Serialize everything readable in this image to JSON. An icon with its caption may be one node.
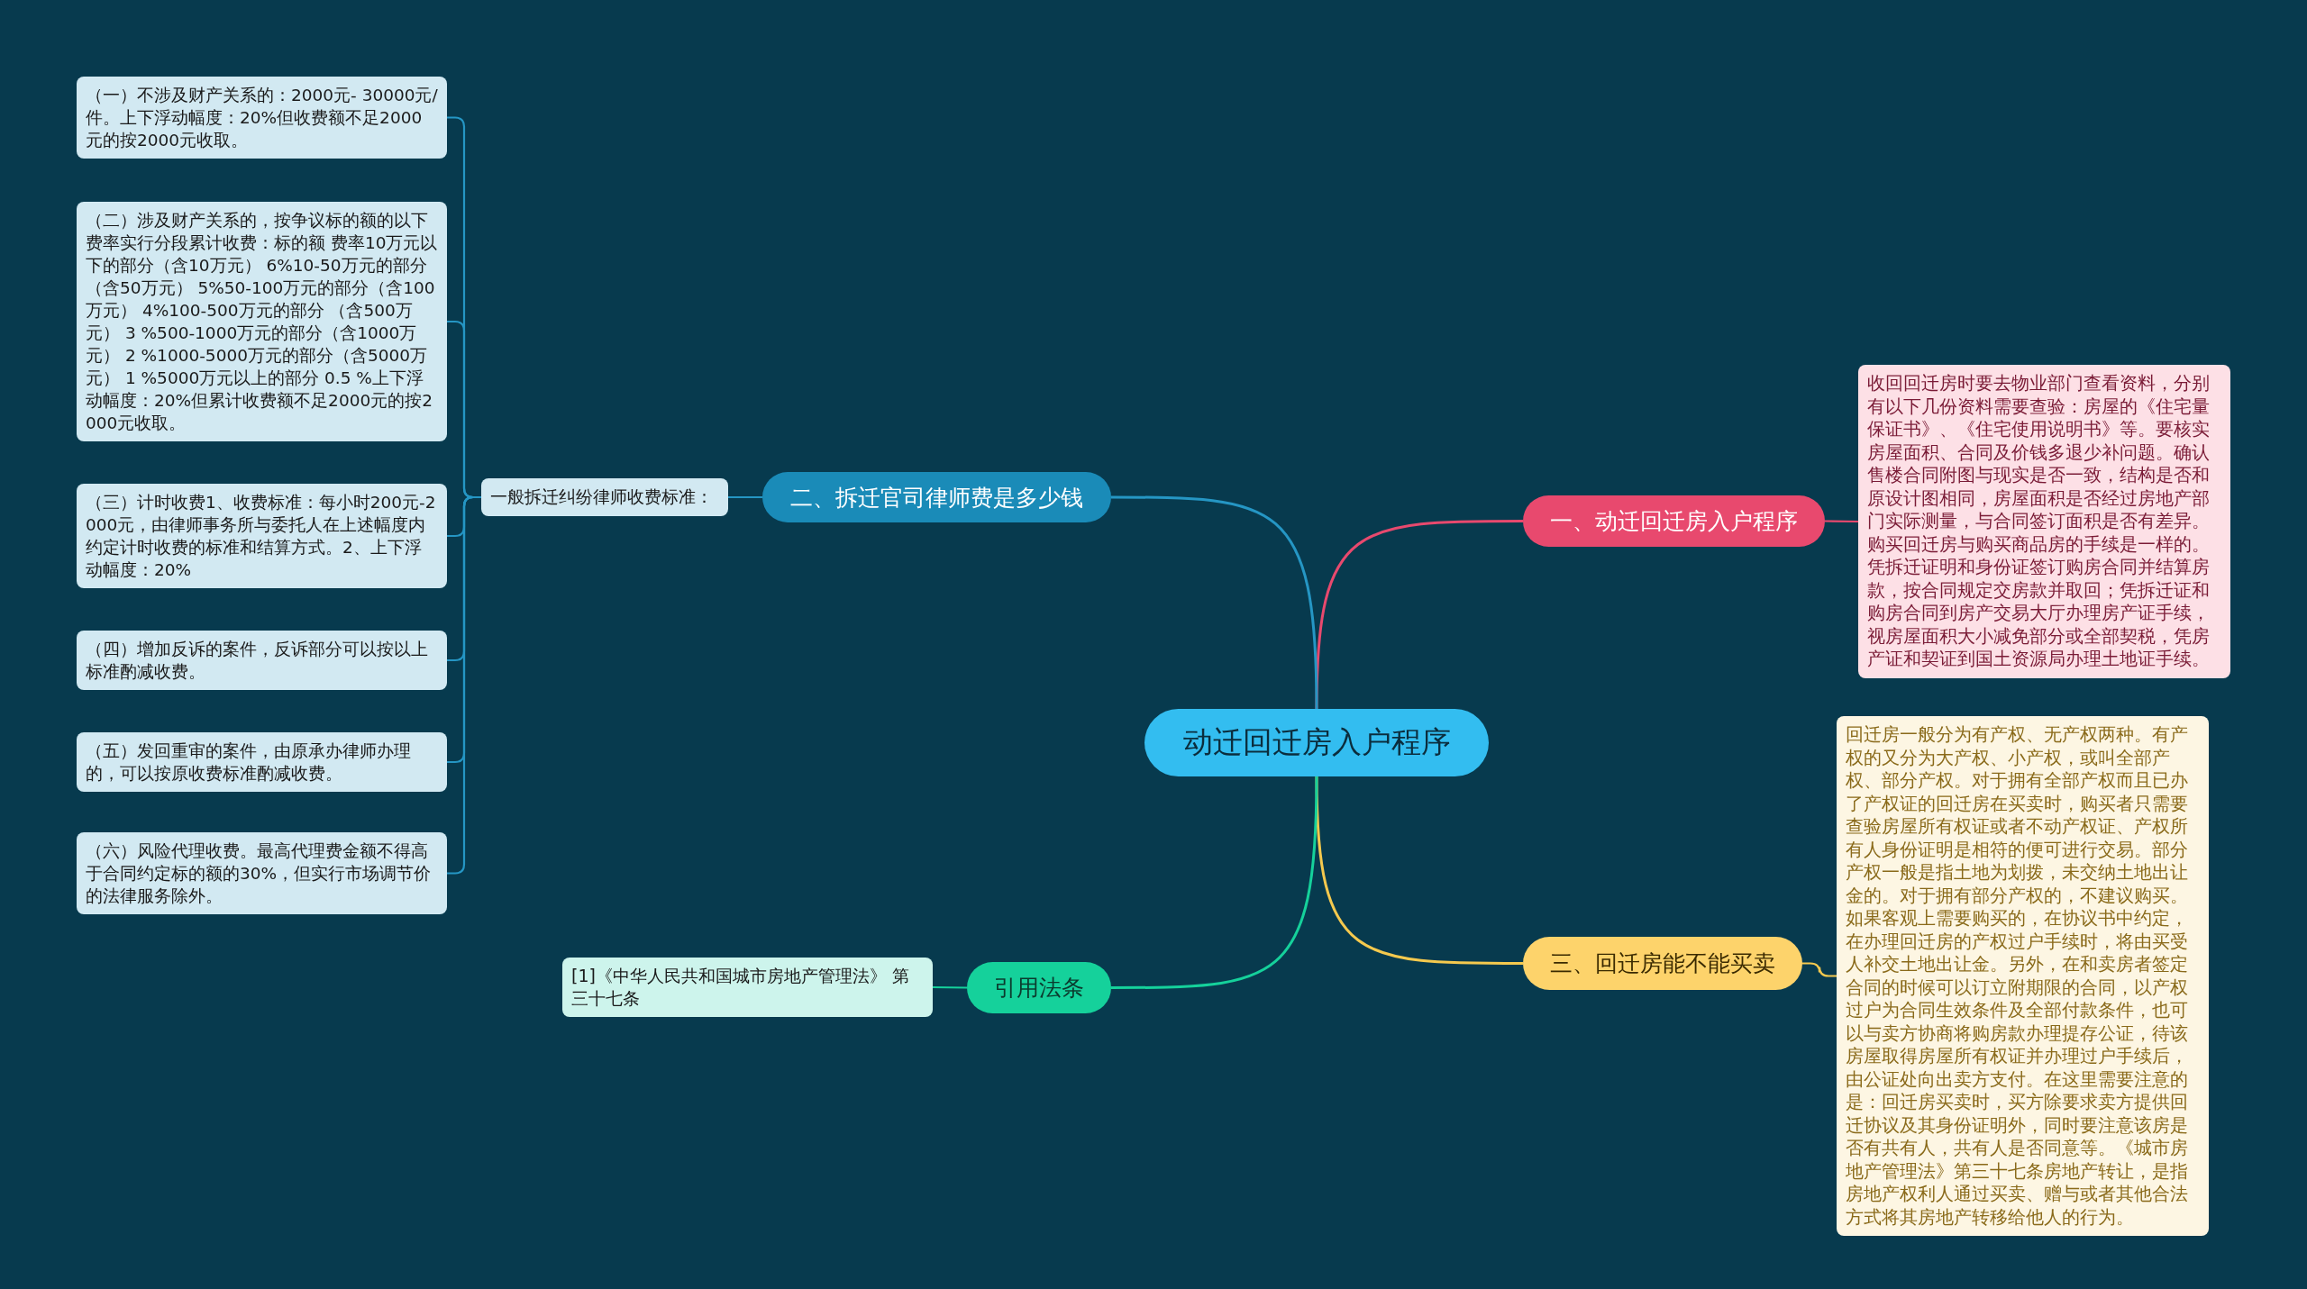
{
  "diagram": {
    "nodes": [
      {
        "text": [
          "动迁回迁房入户程序"
        ]
      },
      {
        "text": [
          "一、动迁回迁房入户程序"
        ]
      },
      {
        "text": [
          "收回回迁房时要去物业部门查看资料，分别有以下几份资料需要查验：房屋的《住宅量保证书》、《住宅使用说明书》等。要核实房屋面积、合同及价钱多退少补问题。确认售楼合同附图与现实是否一致，结构是否和原设计图相同，房屋面积是否经过房地产部门实际测量，与合同签订面积是否有差异。购买回迁房与购买商品房的手续是一样的。凭拆迁证明和身份证签订购房合同并结算房款，按合同规定交房款并取回；凭拆迁证和购房合同到房产交易大厅办理房产证手续，视房屋面积大小减免部分或全部契税，凭房产证和契证到国土资源局办理土地证手续。"
        ]
      },
      {
        "text": [
          "二、拆迁官司律师费是多少钱"
        ]
      },
      {
        "text": [
          "一般拆迁纠纷律师收费标准："
        ]
      },
      {
        "text": [
          "（一）不涉及财产关系的：2000元- 30000元/件。上下浮动幅度：20%但收费额不足2000元的按2000元收取。"
        ]
      },
      {
        "text": [
          "（二）涉及财产关系的，按争议标的额的以下费率实行分段累计收费：标的额 费率10万元以下的部分（含10万元） 6%10-50万元的部分（含50万元） 5%50-100万元的部分（含100万元） 4%100-500万元的部分 （含500万元） 3 %500-1000万元的部分（含1000万元） 2 %1000-5000万元的部分（含5000万元） 1 %5000万元以上的部分 0.5 %上下浮动幅度：20%但累计收费额不足2000元的按2000元收取。"
        ]
      },
      {
        "text": [
          "（三）计时收费1、收费标准：每小时200元-2000元，由律师事务所与委托人在上述幅度内约定计时收费的标准和结算方式。2、上下浮动幅度：20%"
        ]
      },
      {
        "text": [
          "（四）增加反诉的案件，反诉部分可以按以上标准酌减收费。"
        ]
      },
      {
        "text": [
          "（五）发回重审的案件，由原承办律师办理的，可以按原收费标准酌减收费。"
        ]
      },
      {
        "text": [
          "（六）风险代理收费。最高代理费金额不得高于合同约定标的额的30%，但实行市场调节价的法律服务除外。"
        ]
      },
      {
        "text": [
          "三、回迁房能不能买卖"
        ]
      },
      {
        "text": [
          "回迁房一般分为有产权、无产权两种。有产权的又分为大产权、小产权，或叫全部产权、部分产权。对于拥有全部产权而且已办了产权证的回迁房在买卖时，购买者只需要查验房屋所有权证或者不动产权证、产权所有人身份证明是相符的便可进行交易。部分产权一般是指土地为划拨，未交纳土地出让金的。对于拥有部分产权的，不建议购买。如果客观上需要购买的，在协议书中约定，在办理回迁房的产权过户手续时，将由买受人补交土地出让金。另外，在和卖房者签定合同的时候可以订立附期限的合同，以产权过户为合同生效条件及全部付款条件，也可以与卖方协商将购房款办理提存公证，待该房屋取得房屋所有权证并办理过户手续后，由公证处向出卖方支付。在这里需要注意的是：回迁房买卖时，买方除要求卖方提供回迁协议及其身份证明外，同时要注意该房是否有共有人，共有人是否同意等。《城市房地产管理法》第三十七条房地产转让，是指房地产权利人通过买卖、赠与或者其他合法方式将其房地产转移给他人的行为。"
        ]
      },
      {
        "text": [
          "引用法条"
        ]
      },
      {
        "text": [
          "[1]《中华人民共和国城市房地产管理法》 第三十七条"
        ]
      }
    ],
    "edges": [
      {
        "from": 0,
        "to": 1,
        "arrow": "none",
        "color": "#e8496e"
      },
      {
        "from": 1,
        "to": 2,
        "arrow": "none",
        "color": "#e8496e"
      },
      {
        "from": 0,
        "to": 3,
        "arrow": "none"
      },
      {
        "from": 3,
        "to": 4,
        "arrow": "none"
      },
      {
        "from": 4,
        "to": 5,
        "arrow": "none"
      },
      {
        "from": 4,
        "to": 6,
        "arrow": "none"
      },
      {
        "from": 4,
        "to": 7,
        "arrow": "none"
      },
      {
        "from": 4,
        "to": 8,
        "arrow": "none"
      },
      {
        "from": 4,
        "to": 9,
        "arrow": "none"
      },
      {
        "from": 4,
        "to": 10,
        "arrow": "none"
      },
      {
        "from": 0,
        "to": 11,
        "arrow": "none",
        "color": "#f5c94e"
      },
      {
        "from": 11,
        "to": 12,
        "arrow": "none",
        "color": "#f5c94e"
      },
      {
        "from": 0,
        "to": 13,
        "arrow": "none",
        "color": "#15d19b"
      },
      {
        "from": 13,
        "to": 14,
        "arrow": "none",
        "color": "#15d19b"
      }
    ]
  }
}
